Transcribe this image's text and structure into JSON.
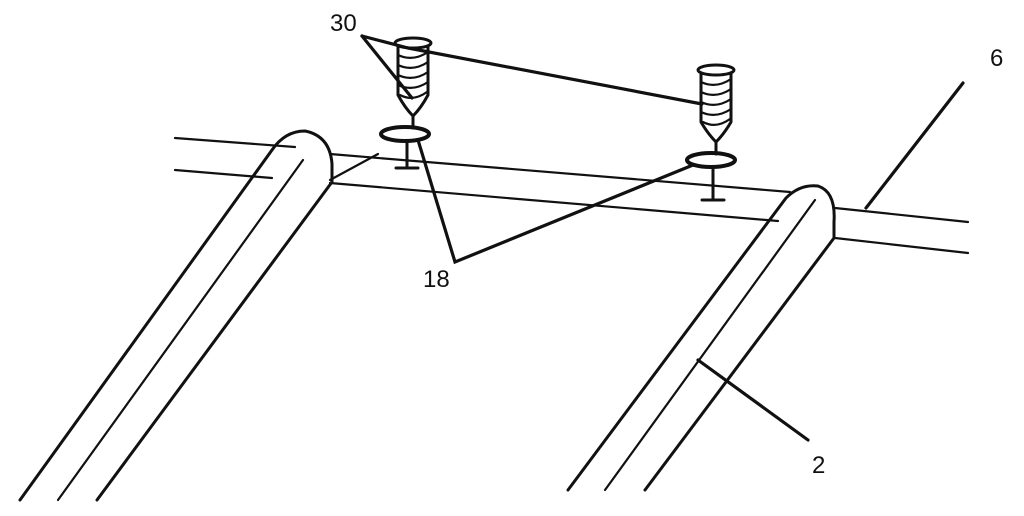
{
  "labels": {
    "ref_30": "30",
    "ref_6": "6",
    "ref_18": "18",
    "ref_2": "2"
  },
  "colors": {
    "ink": "#111111",
    "background": "#ffffff"
  }
}
